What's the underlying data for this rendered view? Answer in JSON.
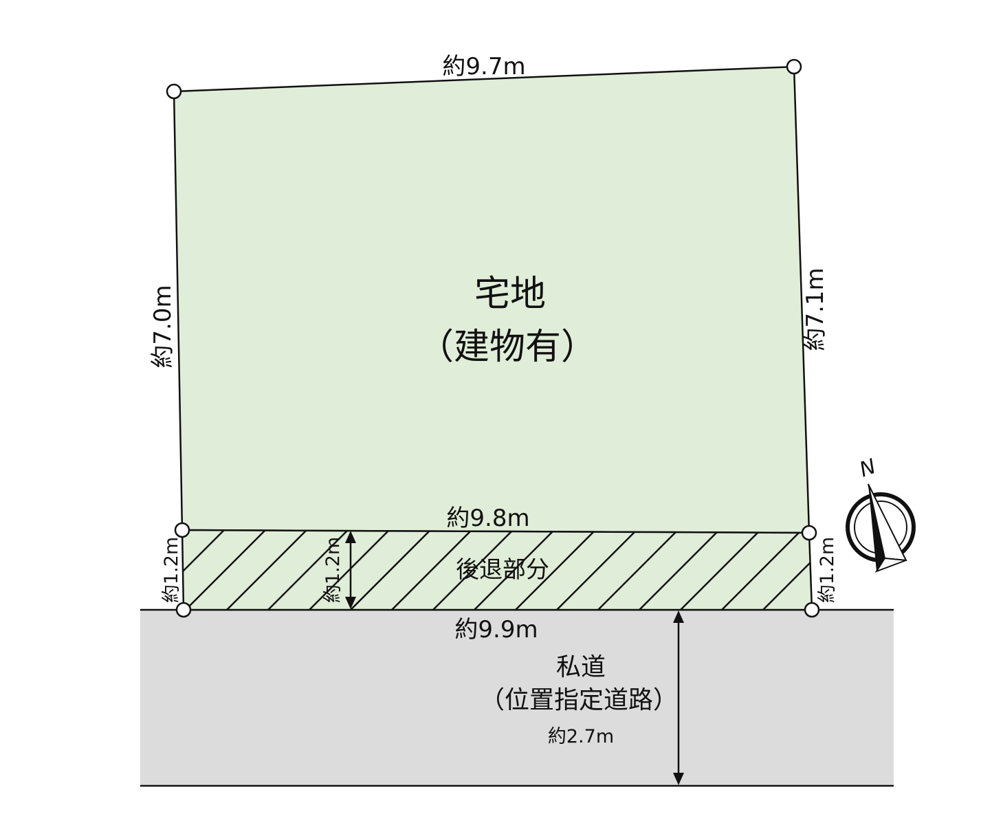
{
  "colors": {
    "lot_fill": "#e0edd8",
    "road_fill": "#dcdcdc",
    "line": "#111111",
    "background": "#ffffff"
  },
  "lot": {
    "label_line1": "宅地",
    "label_line2": "（建物有）"
  },
  "setback": {
    "label": "後退部分"
  },
  "road": {
    "label_line1": "私道",
    "label_line2": "（位置指定道路）",
    "width_label": "約2.7m"
  },
  "dimensions": {
    "top": "約9.7m",
    "left": "約7.0m",
    "right": "約7.1m",
    "setback_top": "約9.8m",
    "setback_left": "約1.2m",
    "setback_center": "約1.2m",
    "setback_right": "約1.2m",
    "bottom": "約9.9m"
  },
  "compass": {
    "north_label": "N",
    "icon": "north-arrow-icon"
  }
}
